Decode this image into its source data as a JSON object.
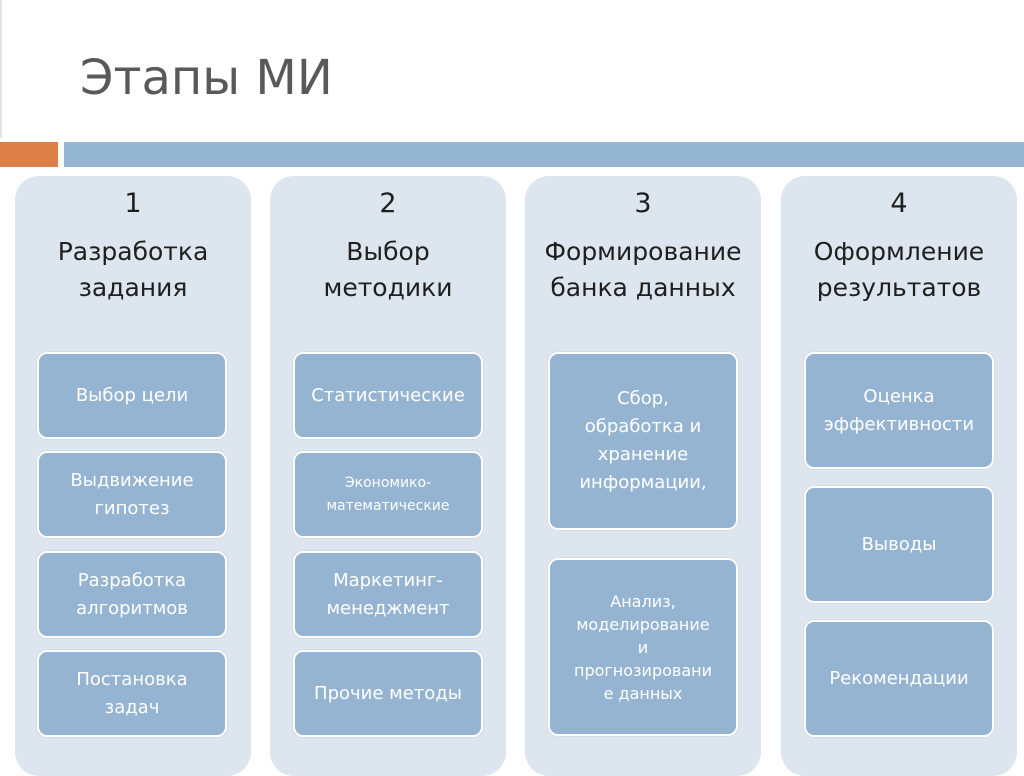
{
  "title": "Этапы МИ",
  "stages": [
    {
      "number": "1",
      "heading_line1": "Разработка",
      "heading_line2": "задания",
      "items": [
        {
          "line1": "Выбор цели",
          "line2": ""
        },
        {
          "line1": "Выдвижение",
          "line2": "гипотез"
        },
        {
          "line1": "Разработка",
          "line2": "алгоритмов"
        },
        {
          "line1": "Постановка",
          "line2": "задач"
        }
      ]
    },
    {
      "number": "2",
      "heading_line1": "Выбор",
      "heading_line2": "методики",
      "items": [
        {
          "line1": "Статистические",
          "line2": ""
        },
        {
          "line1": "Экономико-",
          "line2": "математические"
        },
        {
          "line1": "Маркетинг-",
          "line2": "менеджмент"
        },
        {
          "line1": "Прочие методы",
          "line2": ""
        }
      ]
    },
    {
      "number": "3",
      "heading_line1": "Формирование",
      "heading_line2": "банка данных",
      "items": [
        {
          "line1": "Сбор,",
          "line2": "обработка и",
          "line3": "хранение",
          "line4": "информации,"
        },
        {
          "line1": "Анализ,",
          "line2": "моделирование",
          "line3": "и",
          "line4": "прогнозировани",
          "line5": "е данных"
        }
      ]
    },
    {
      "number": "4",
      "heading_line1": "Оформление",
      "heading_line2": "результатов",
      "items": [
        {
          "line1": "Оценка",
          "line2": "эффективности"
        },
        {
          "line1": "Выводы",
          "line2": ""
        },
        {
          "line1": "Рекомендации",
          "line2": ""
        }
      ]
    }
  ],
  "colors": {
    "accent_orange": "#dd8047",
    "accent_blue": "#94b6d2",
    "column_bg": "#dde5ee",
    "box_bg": "#95b4d1"
  }
}
